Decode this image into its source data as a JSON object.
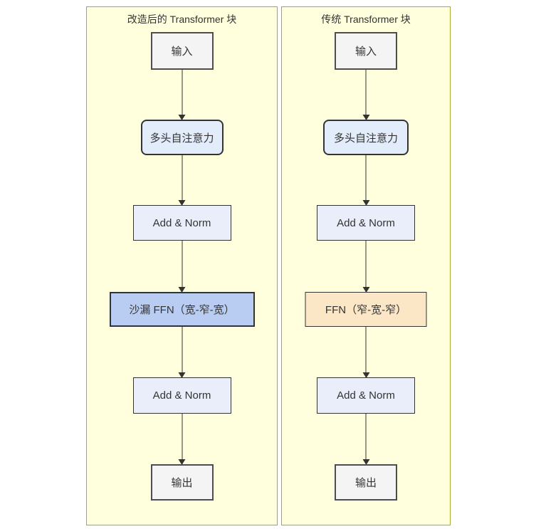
{
  "diagram": {
    "type": "flowchart",
    "panels": [
      {
        "title": "改造后的 Transformer 块",
        "nodes": [
          {
            "label": "输入"
          },
          {
            "label": "多头自注意力"
          },
          {
            "label": "Add & Norm"
          },
          {
            "label": "沙漏 FFN（宽-窄-宽）"
          },
          {
            "label": "Add & Norm"
          },
          {
            "label": "输出"
          }
        ]
      },
      {
        "title": "传统 Transformer 块",
        "nodes": [
          {
            "label": "输入"
          },
          {
            "label": "多头自注意力"
          },
          {
            "label": "Add & Norm"
          },
          {
            "label": "FFN（窄-宽-窄）"
          },
          {
            "label": "Add & Norm"
          },
          {
            "label": "输出"
          }
        ]
      }
    ],
    "colors": {
      "panel_background": "#ffffde",
      "panel_border": "#aaaa33",
      "io_node_fill": "#f4f4f4",
      "io_node_border": "#4d4d4d",
      "attention_node_fill": "#e2ecfa",
      "addnorm_node_fill": "#e9eefa",
      "hourglass_ffn_fill": "#b9cdf2",
      "traditional_ffn_fill": "#fbe7c6",
      "node_border": "#333333",
      "arrow": "#333333",
      "text": "#333333"
    }
  }
}
